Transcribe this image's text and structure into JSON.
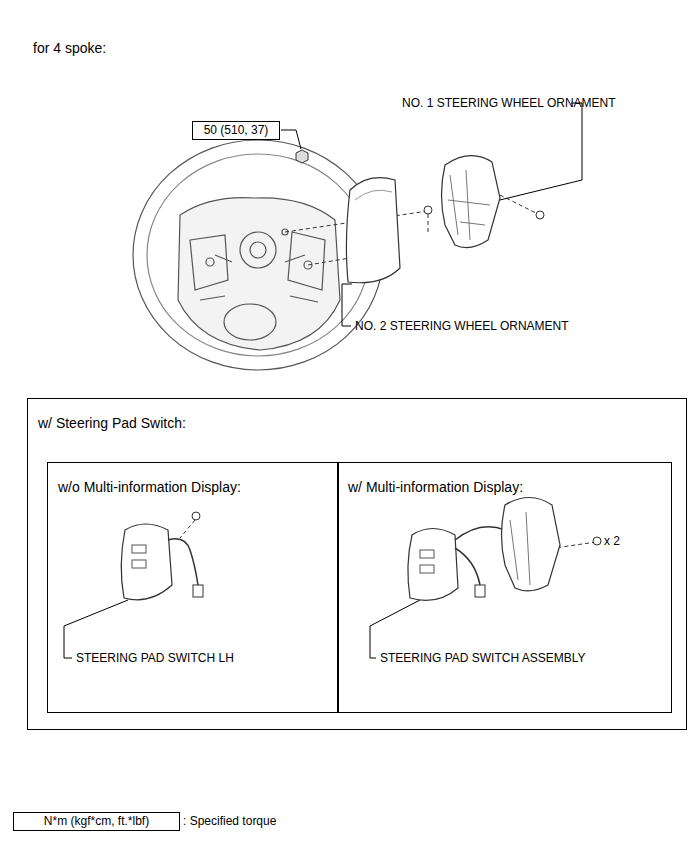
{
  "diagram": {
    "nodes": [
      {
        "text": [
          "50 (510, 37)"
        ]
      },
      {
        "text": [
          "w/ Steering Pad Switch:"
        ]
      },
      {
        "text": [
          "w/o Multi-information Display:"
        ],
        "in": 1
      },
      {
        "text": [
          "w/ Multi-information Display:"
        ],
        "in": 1
      },
      {
        "text": [
          "N*m (kgf*cm, ft.*lbf)"
        ]
      }
    ],
    "labels": [
      "for 4 spoke:",
      "NO. 1 STEERING WHEEL ORNAMENT",
      "NO. 2 STEERING WHEEL ORNAMENT",
      "STEERING PAD SWITCH LH",
      "STEERING PAD SWITCH ASSEMBLY",
      "x 2",
      ": Specified torque"
    ]
  }
}
